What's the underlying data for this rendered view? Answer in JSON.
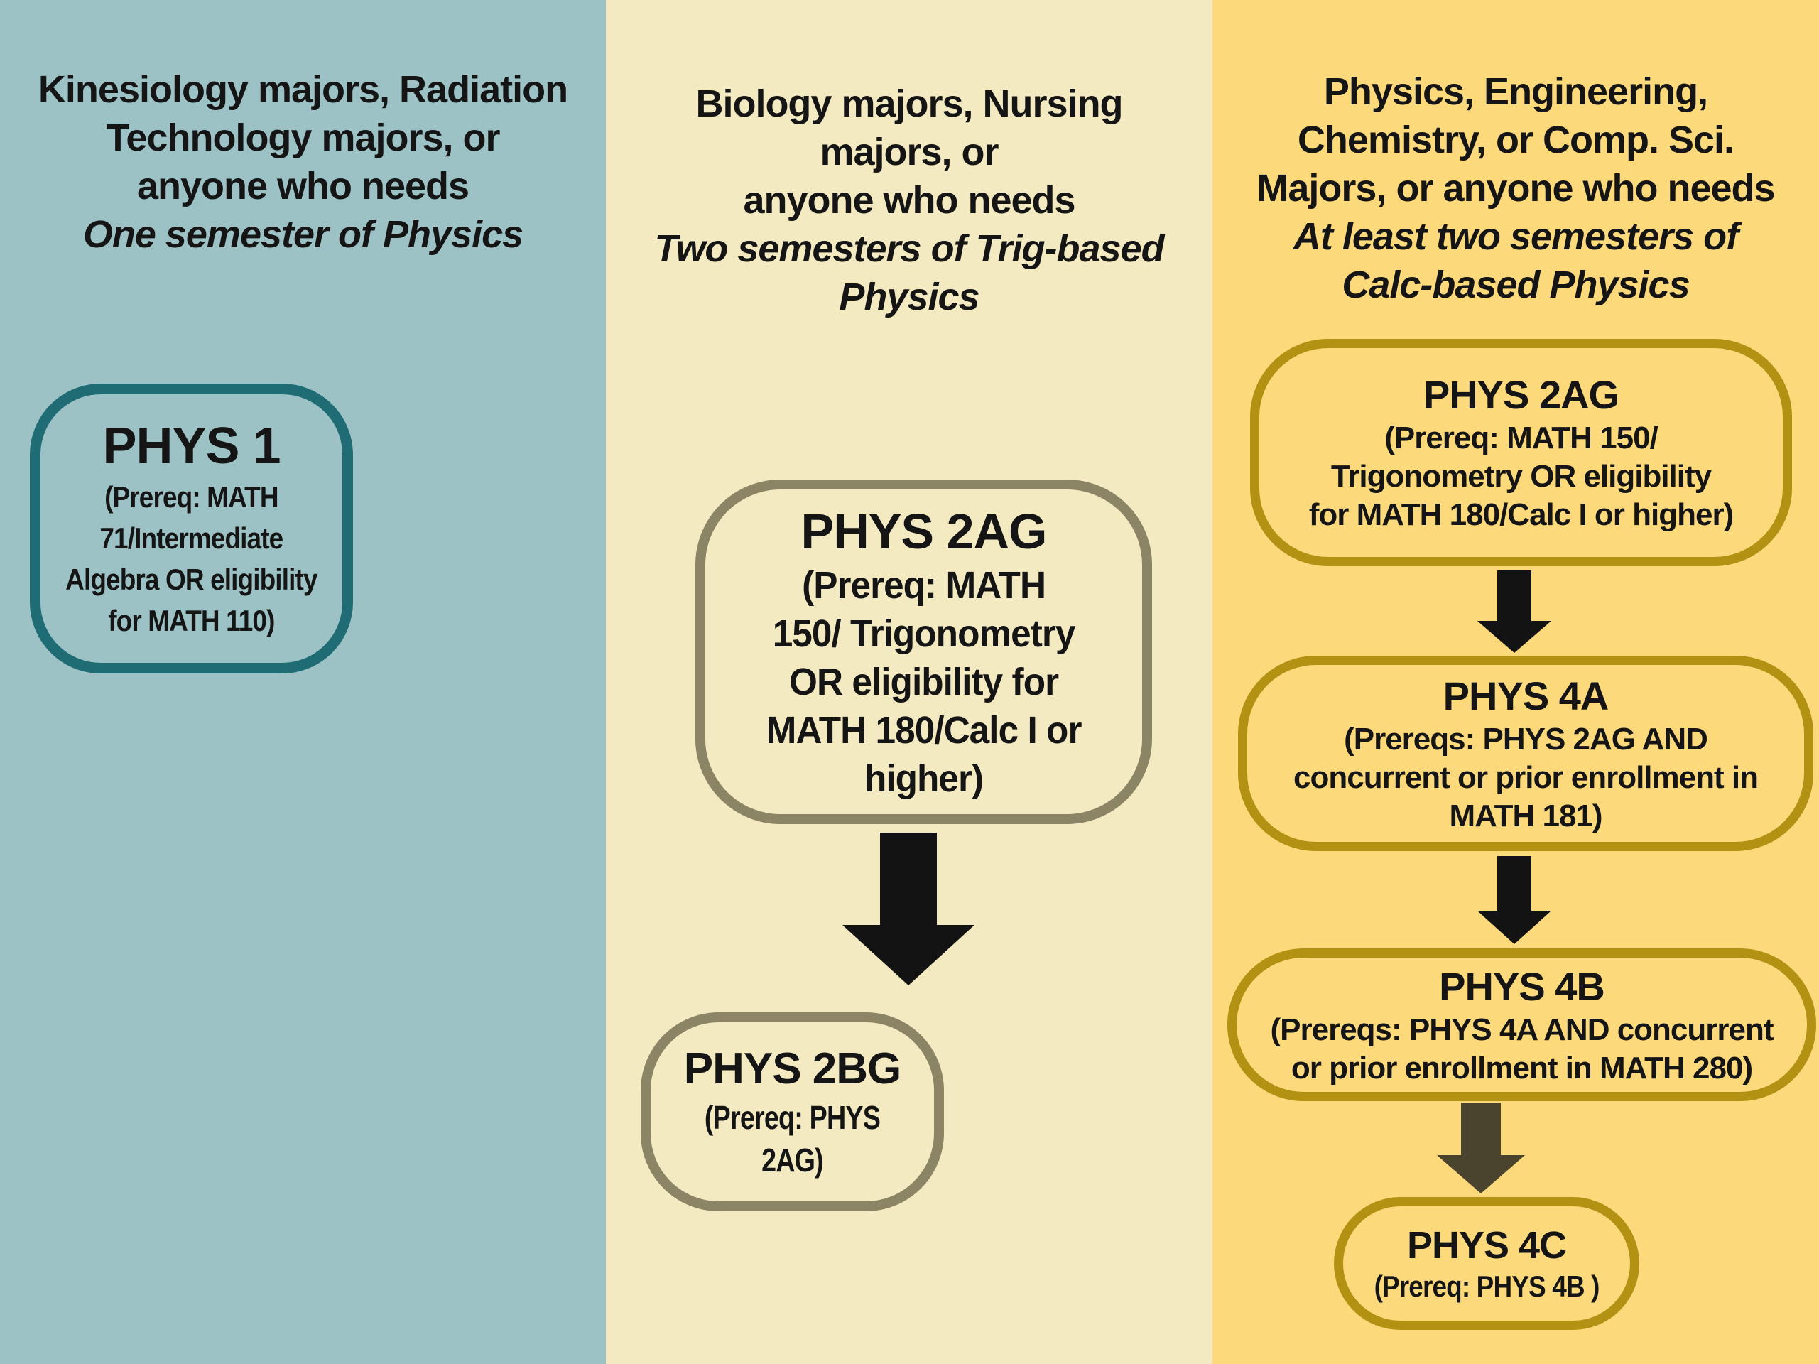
{
  "poster": {
    "colors": {
      "column1_bg": "#9cc2c5",
      "column2_bg": "#f3eac1",
      "column3_bg": "#fcd97b",
      "column1_box_border": "#1f6c74",
      "column2_box_border": "#8b8465",
      "column3_box_border": "#b29113",
      "arrow_primary": "#131313",
      "arrow_muted": "#4a432d",
      "text": "#151515"
    },
    "columns": [
      {
        "name": "algebra-based-path",
        "bg": "#9cc2c5",
        "border": "#1f6c74",
        "header_lines": [
          "Kinesiology majors, Radiation",
          "Technology majors, or",
          "anyone who needs"
        ],
        "header_emphasis_lines": [
          "One semester of Physics"
        ],
        "courses": [
          {
            "title": "PHYS 1",
            "detail_lines": [
              "(Prereq: MATH",
              "71/Intermediate",
              "Algebra OR eligibility",
              "for MATH 110)"
            ]
          }
        ]
      },
      {
        "name": "trig-based-path",
        "bg": "#f3eac1",
        "border": "#8b8465",
        "header_lines": [
          "Biology majors, Nursing",
          "majors, or",
          "anyone who needs"
        ],
        "header_emphasis_lines": [
          "Two semesters of Trig-based",
          "Physics"
        ],
        "courses": [
          {
            "title": "PHYS 2AG",
            "detail_lines": [
              "(Prereq: MATH",
              "150/ Trigonometry",
              "OR eligibility for",
              "MATH 180/Calc I or",
              "higher)"
            ]
          },
          {
            "title": "PHYS 2BG",
            "detail_lines": [
              "(Prereq: PHYS 2AG)"
            ]
          }
        ]
      },
      {
        "name": "calc-based-path",
        "bg": "#fcd97b",
        "border": "#b29113",
        "header_lines": [
          "Physics, Engineering,",
          "Chemistry, or Comp. Sci.",
          "Majors, or anyone who needs"
        ],
        "header_emphasis_lines": [
          "At least two semesters of",
          "Calc-based Physics"
        ],
        "courses": [
          {
            "title": "PHYS 2AG",
            "detail_lines": [
              "(Prereq: MATH 150/",
              "Trigonometry OR eligibility",
              "for MATH 180/Calc I or higher)"
            ]
          },
          {
            "title": "PHYS 4A",
            "detail_lines": [
              "(Prereqs: PHYS 2AG AND",
              "concurrent or prior enrollment in",
              "MATH 181)"
            ]
          },
          {
            "title": "PHYS 4B",
            "detail_lines": [
              "(Prereqs: PHYS 4A AND concurrent",
              "or prior enrollment in MATH 280)"
            ]
          },
          {
            "title": "PHYS 4C",
            "detail_lines": [
              "(Prereq: PHYS 4B )"
            ]
          }
        ]
      }
    ]
  }
}
